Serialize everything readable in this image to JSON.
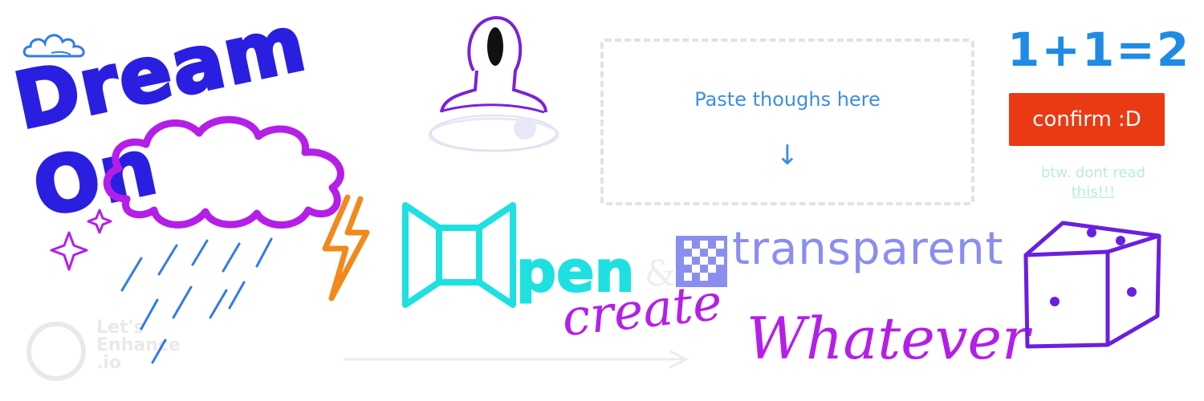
{
  "canvas": {
    "title": "Dream On",
    "paste_placeholder": "Paste thoughs here",
    "paste_arrow": "↓",
    "equation": "1+1=2",
    "confirm_label": "confirm :D",
    "btw_line1": "btw. dont read",
    "btw_line2": "this!!!",
    "open_word": "pen",
    "ampersand": "&",
    "transparent_word": "transparent",
    "create_word": "create",
    "whatever_word": "Whatever",
    "watermark_line1": "Let's",
    "watermark_line2": "Enhance",
    "watermark_line3": ".io"
  },
  "icons": [
    "cloud-icon",
    "storm-cloud-icon",
    "rain-icon",
    "lightning-icon",
    "sparkle-icon",
    "eye-creature-icon",
    "open-door-icon",
    "checkerboard-icon",
    "dice-icon"
  ],
  "colors": {
    "title": "#2a1fe0",
    "cloud": "#b41fe8",
    "rain": "#2f7de8",
    "lightning": "#f08a1c",
    "open": "#1ee0e0",
    "transparent": "#8a8ef0",
    "confirm": "#ea3a14",
    "equation": "#1e8be6",
    "dice": "#6a1fe0"
  }
}
